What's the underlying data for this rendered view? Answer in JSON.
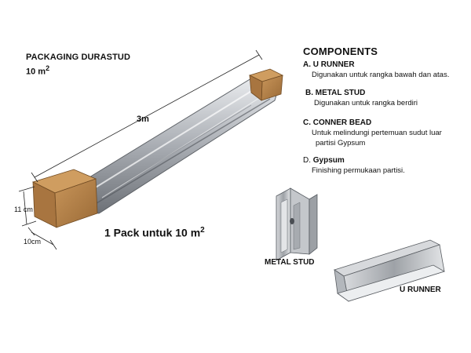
{
  "packaging": {
    "title": "PACKAGING DURASTUD",
    "area_value": "10 m",
    "area_exp": "2",
    "length_label": "3m",
    "height_label": "11 cm",
    "width_label": "10cm",
    "pack_text": "1 Pack untuk 10 m",
    "pack_exp": "2"
  },
  "components": {
    "title": "COMPONENTS",
    "items": [
      {
        "heading": "A. U RUNNER",
        "desc": [
          "Digunakan untuk rangka bawah dan atas."
        ]
      },
      {
        "heading": "B. METAL STUD",
        "desc": [
          "Digunakan untuk rangka berdiri"
        ]
      },
      {
        "heading": "C. CONNER BEAD",
        "desc": [
          "Untuk melindungi pertemuan sudut luar",
          "partisi Gypsum"
        ]
      },
      {
        "heading_prefix": "D. ",
        "heading_bold": "Gypsum",
        "desc": [
          "Finishing permukaan partisi."
        ]
      }
    ]
  },
  "captions": {
    "metal_stud": "METAL STUD",
    "u_runner": "U RUNNER"
  },
  "colors": {
    "cardboard": "#b9844a",
    "cardboard_dark": "#8f5f2e",
    "plastic": "#c9ccd0",
    "steel": "#b8bcc0"
  }
}
